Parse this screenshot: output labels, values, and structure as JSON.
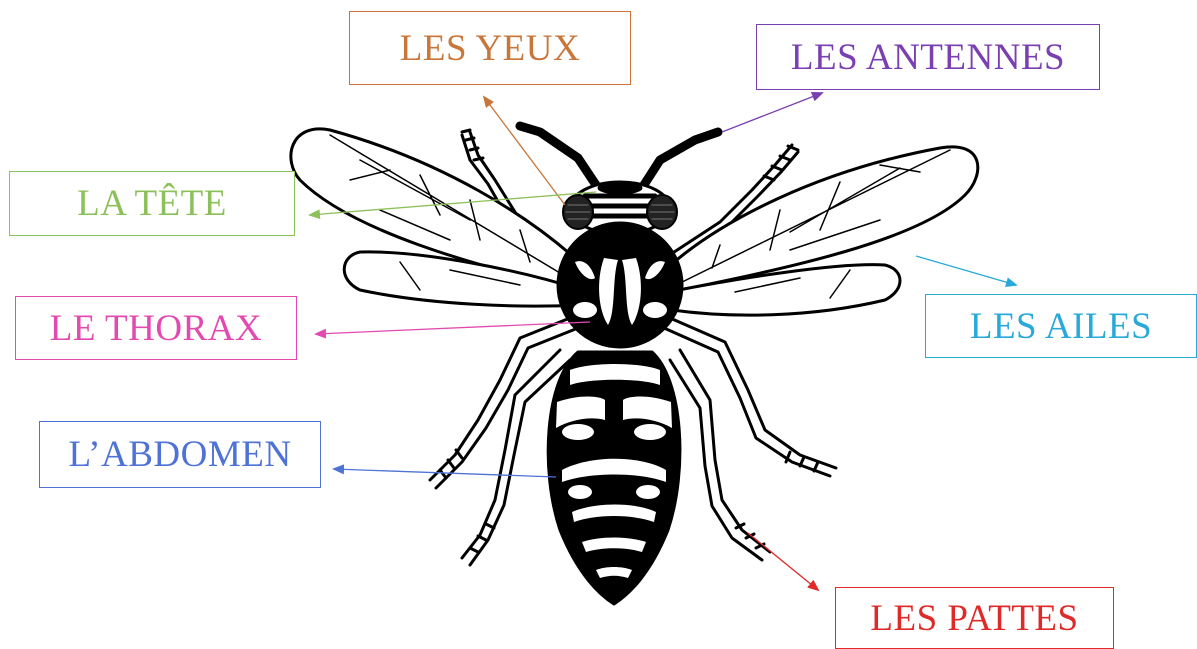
{
  "labels": {
    "yeux": {
      "text": "LES YEUX",
      "color": "#c8763a"
    },
    "antennes": {
      "text": "LES ANTENNES",
      "color": "#7a3fb0"
    },
    "tete": {
      "text": "LA TÊTE",
      "color": "#8cc05a"
    },
    "thorax": {
      "text": "LE THORAX",
      "color": "#e24ab0"
    },
    "ailes": {
      "text": "LES AILES",
      "color": "#29a9d8"
    },
    "abdomen": {
      "text": "L’ABDOMEN",
      "color": "#4f72d6"
    },
    "pattes": {
      "text": "LES PATTES",
      "color": "#e02a2a"
    }
  },
  "subject": "wasp-illustration"
}
